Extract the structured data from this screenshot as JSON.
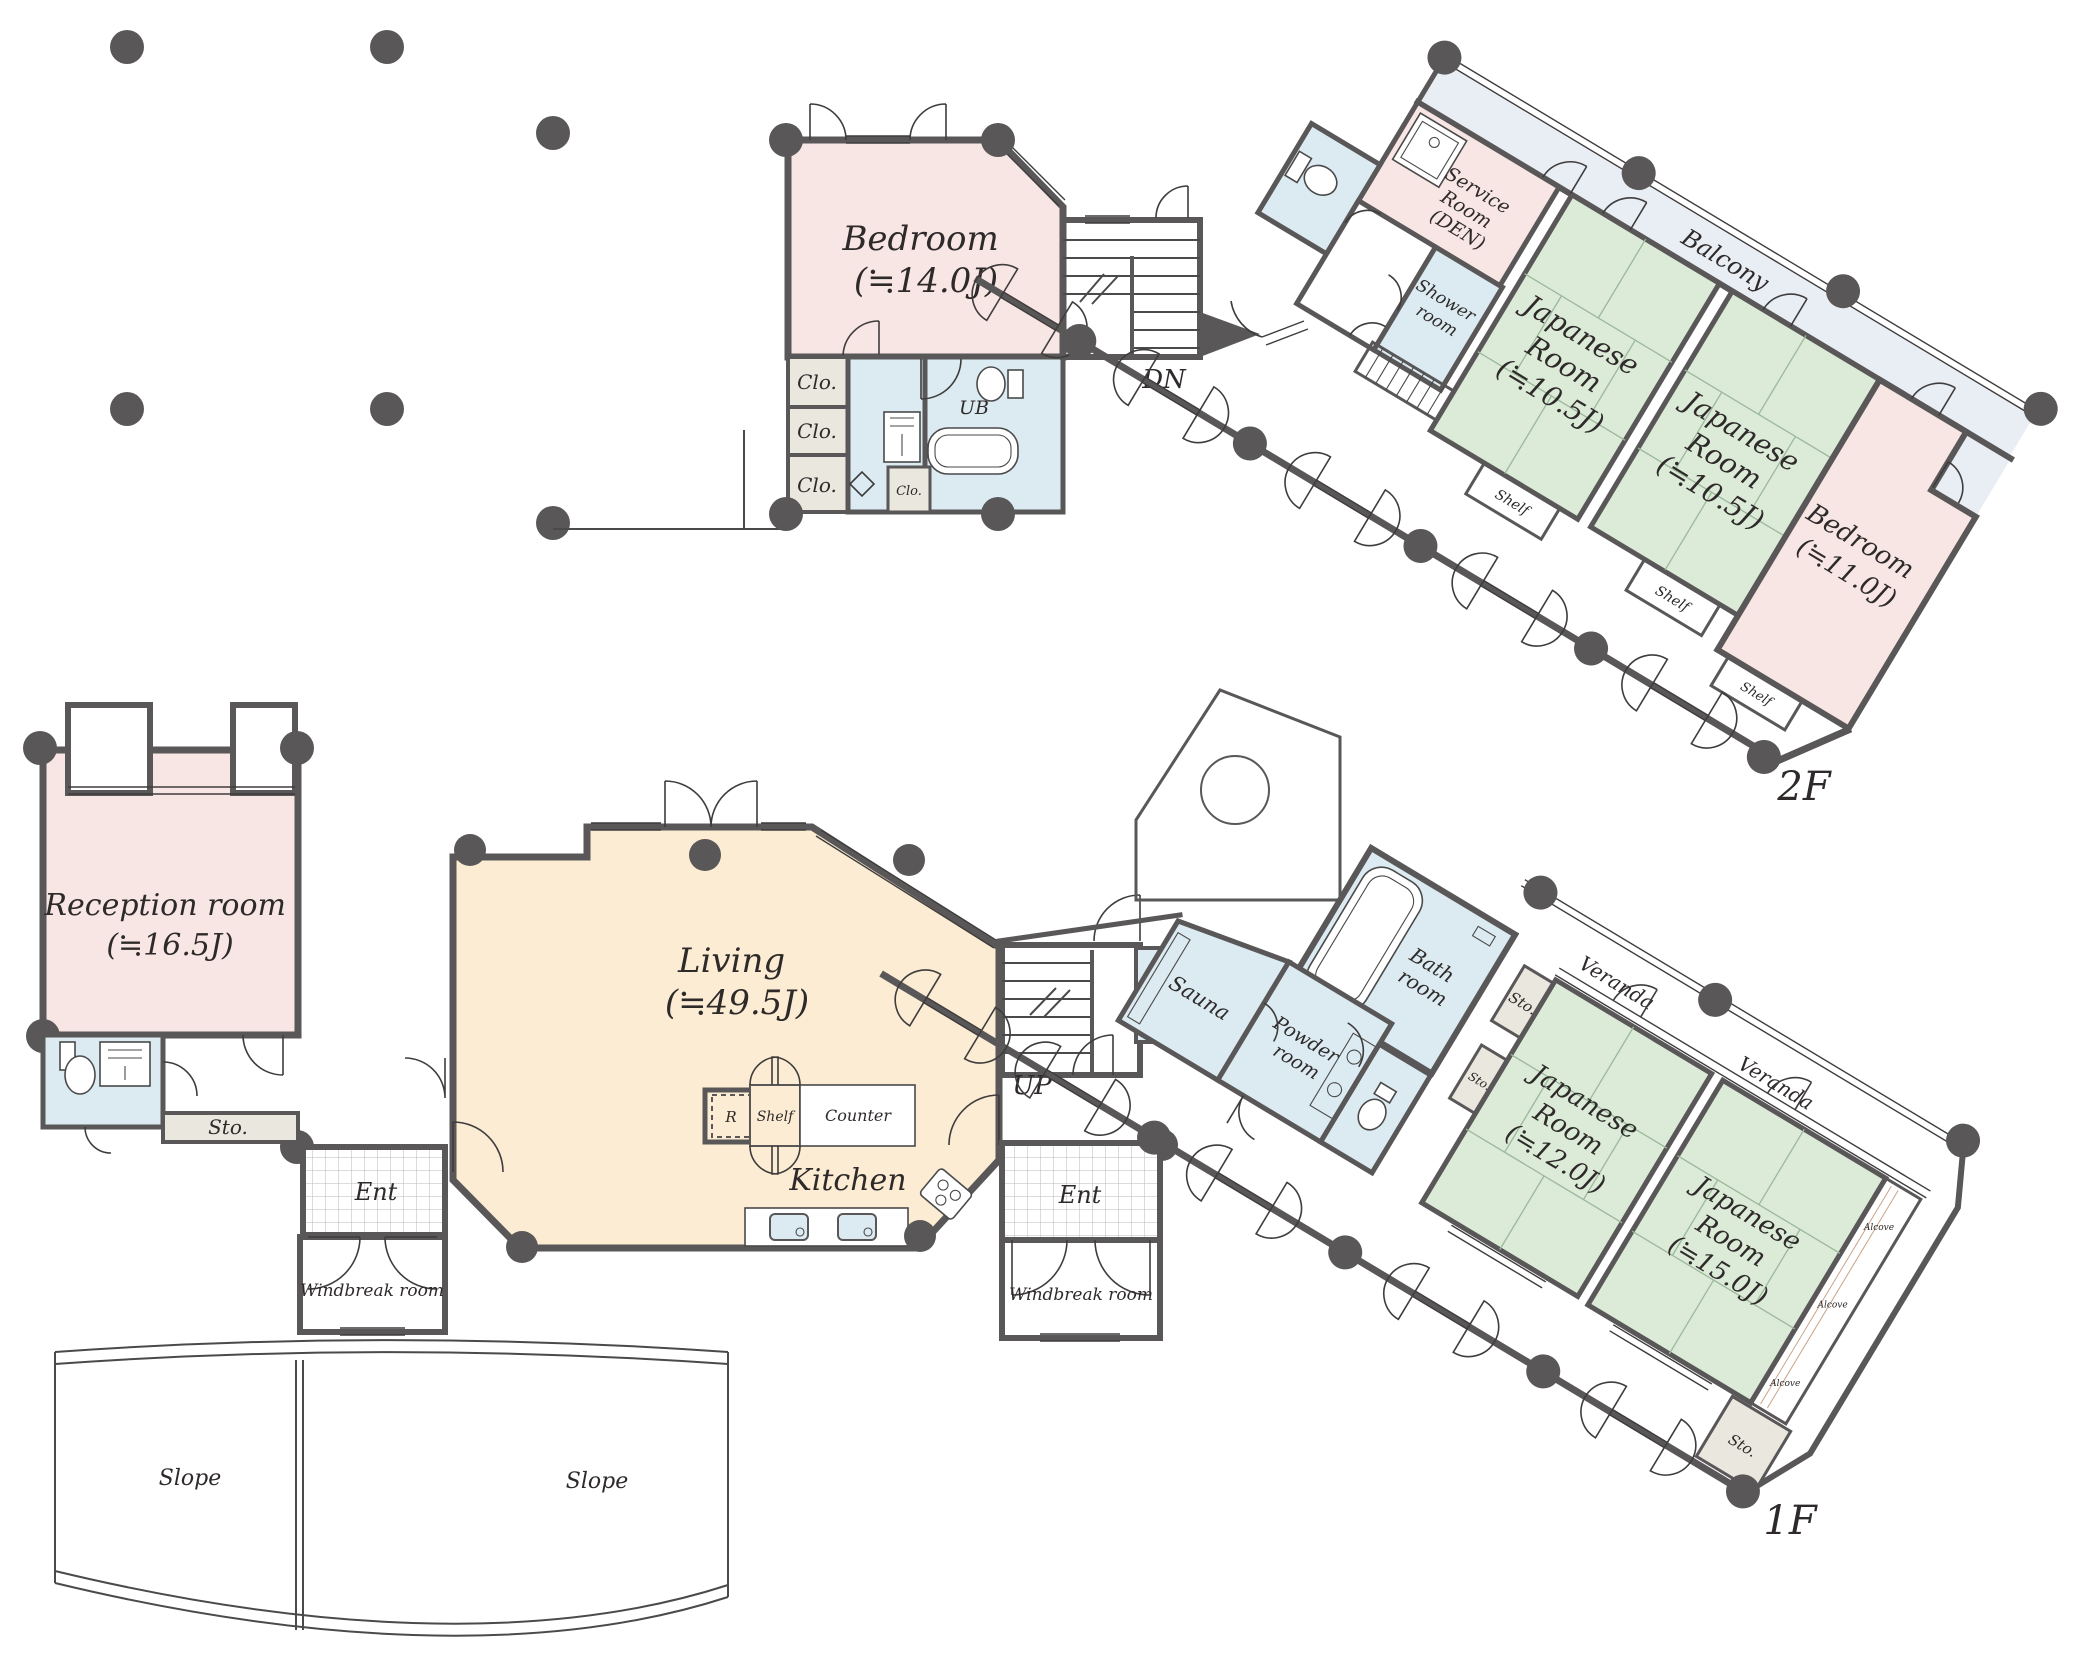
{
  "title": "House floor plan 1F/2F",
  "colors": {
    "wall": "#595757",
    "room_pink": "#f8e6e4",
    "room_green": "#dcead8",
    "room_blue": "#dcebf2",
    "room_cream": "#fbecd3",
    "balcony_blue": "#e9eef5",
    "storage_beige": "#eae7de"
  },
  "floor2": {
    "floor_label": "2F",
    "bedroom14": {
      "name": "Bedroom",
      "area": "(≒14.0J)"
    },
    "closet1": "Clo.",
    "closet2": "Clo.",
    "closet3": "Clo.",
    "closet_small": "Clo.",
    "ub": "UB",
    "dn": "DN",
    "service_room": {
      "l1": "Service",
      "l2": "Room",
      "l3": "(DEN)"
    },
    "shower_room": {
      "l1": "Shower",
      "l2": "room"
    },
    "balcony": "Balcony",
    "jroom_a": {
      "l1": "Japanese",
      "l2": "Room",
      "l3": "(≒10.5J)"
    },
    "jroom_b": {
      "l1": "Japanese",
      "l2": "Room",
      "l3": "(≒10.5J)"
    },
    "bedroom11": {
      "name": "Bedroom",
      "area": "(≒11.0J)"
    },
    "shelf_a": "Shelf",
    "shelf_b": "Shelf",
    "shelf_bed": "Shelf"
  },
  "floor1": {
    "floor_label": "1F",
    "reception": {
      "name": "Reception room",
      "area": "(≒16.5J)"
    },
    "sto_left": "Sto.",
    "ent_left": "Ent",
    "windbreak_left": "Windbreak room",
    "slope_left": "Slope",
    "slope_right": "Slope",
    "living": {
      "name": "Living",
      "area": "(≒49.5J)"
    },
    "kitchen": "Kitchen",
    "r_fridge": "R",
    "shelf": "Shelf",
    "counter": "Counter",
    "up": "UP",
    "ent_right": "Ent",
    "windbreak_right": "Windbreak room",
    "sauna": "Sauna",
    "powder": {
      "l1": "Powder",
      "l2": "room"
    },
    "bath": {
      "l1": "Bath",
      "l2": "room"
    },
    "sto_w1": "Sto.",
    "sto_w2": "Sto.",
    "sto_w3": "Sto.",
    "jroom12": {
      "l1": "Japanese",
      "l2": "Room",
      "l3": "(≒12.0J)"
    },
    "jroom15": {
      "l1": "Japanese",
      "l2": "Room",
      "l3": "(≒15.0J)"
    },
    "veranda1": "Veranda",
    "veranda2": "Veranda",
    "alcove1": "Alcove",
    "alcove2": "Alcove",
    "alcove3": "Alcove"
  }
}
